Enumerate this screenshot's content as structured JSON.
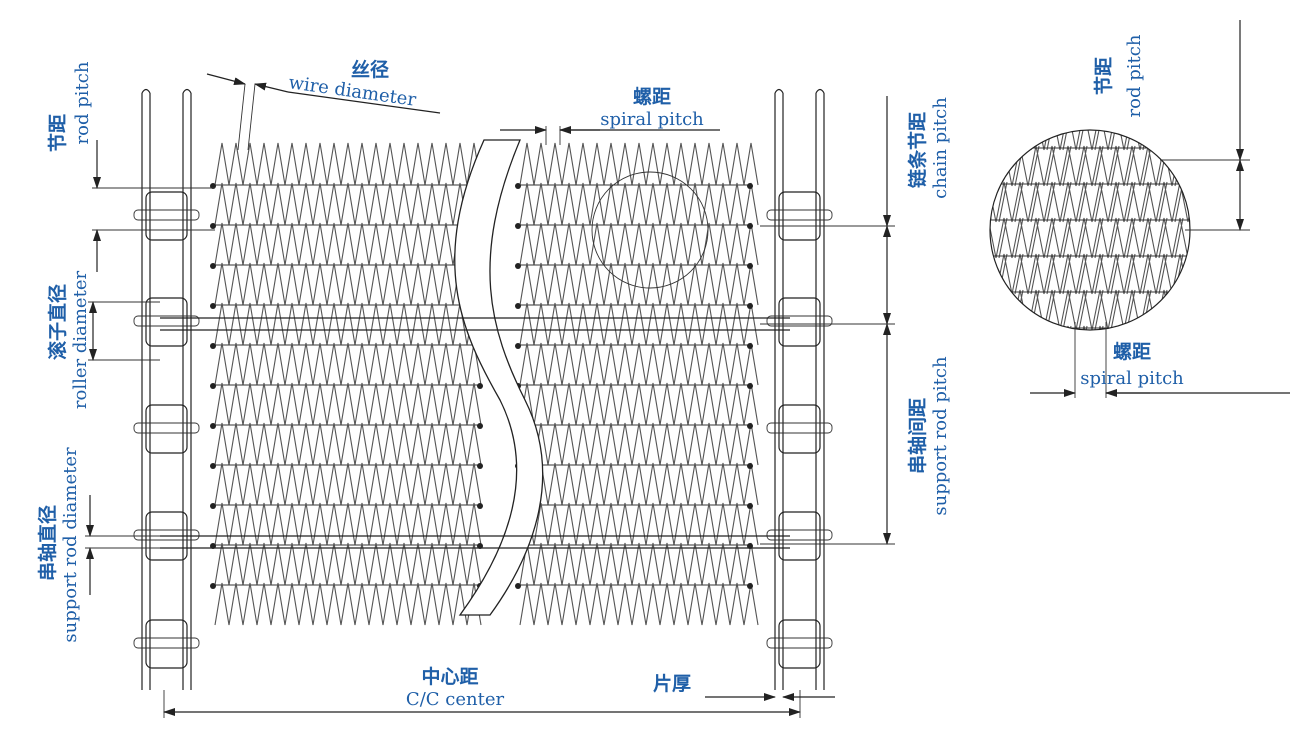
{
  "labels": {
    "rod_pitch_cn": "节距",
    "rod_pitch_en": "rod pitch",
    "wire_diameter_cn": "丝径",
    "wire_diameter_en": "wire diameter",
    "spiral_pitch_cn": "螺距",
    "spiral_pitch_en": "spiral pitch",
    "chain_pitch_cn": "链条节距",
    "chain_pitch_en": "chain pitch",
    "roller_diameter_cn": "滚子直径",
    "roller_diameter_en": "roller diameter",
    "support_rod_pitch_cn": "串轴间距",
    "support_rod_pitch_en": "support rod pitch",
    "support_rod_diameter_cn": "串轴直径",
    "support_rod_diameter_en": "support rod diameter",
    "center_cn": "中心距",
    "center_en": "C/C center",
    "plate_thickness_cn": "片厚",
    "detail_rod_pitch_cn": "节距",
    "detail_rod_pitch_en": "rod pitch",
    "detail_spiral_pitch_cn": "螺距",
    "detail_spiral_pitch_en": "spiral pitch"
  },
  "colors": {
    "label": "#1f5fa8",
    "line": "#222222"
  }
}
